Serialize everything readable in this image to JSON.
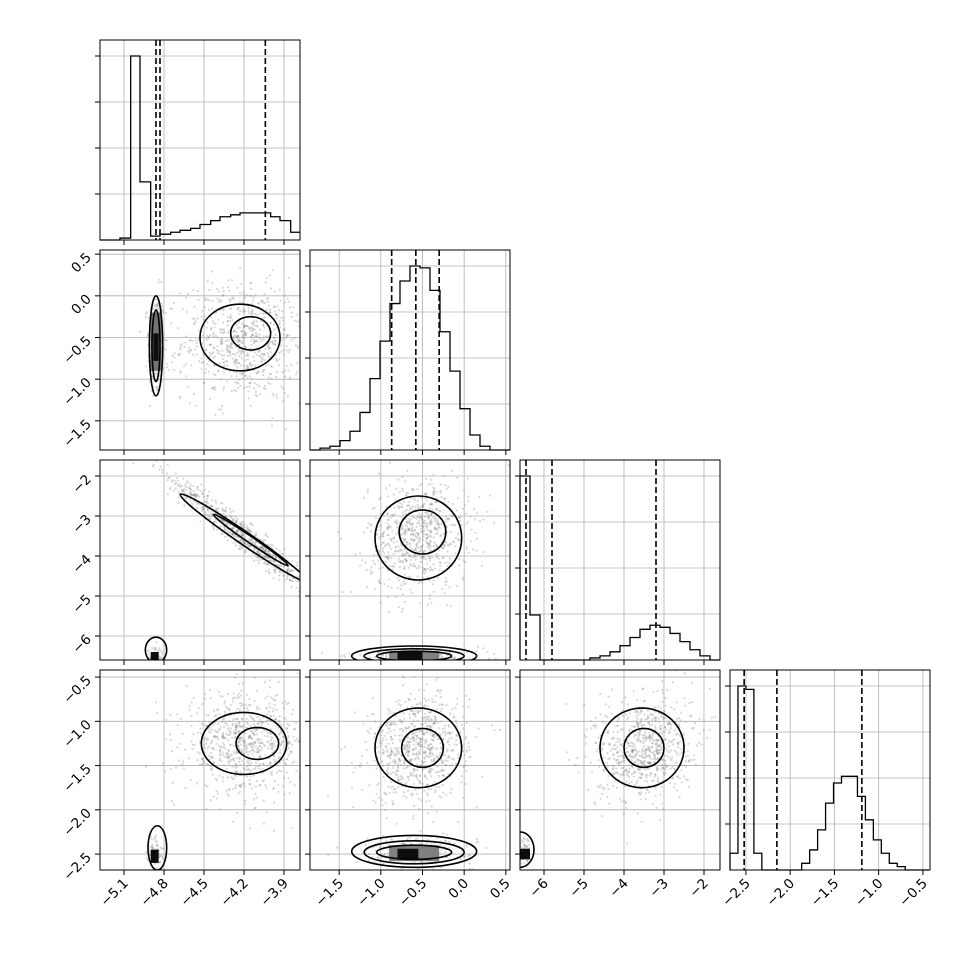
{
  "chart_data": {
    "type": "corner",
    "colors": {
      "ink": "#000000",
      "grid": "#b0b0b0",
      "scatter": "#7f7f7f"
    },
    "params": [
      {
        "range": [
          -5.28,
          -3.78
        ],
        "ticks": [
          -5.1,
          -4.8,
          -4.5,
          -4.2,
          -3.9
        ],
        "tick_labels": [
          "−5.1",
          "−4.8",
          "−4.5",
          "−4.2",
          "−3.9"
        ],
        "quantiles": [
          -4.86,
          -4.83,
          -4.04
        ],
        "hist_edges": [
          -5.28,
          -5.2,
          -5.13,
          -5.05,
          -4.98,
          -4.9,
          -4.83,
          -4.75,
          -4.68,
          -4.6,
          -4.53,
          -4.45,
          -4.38,
          -4.3,
          -4.23,
          -4.15,
          -4.08,
          -4.0,
          -3.93,
          -3.85,
          -3.78
        ],
        "hist_counts": [
          0.0,
          0.0,
          0.01,
          0.95,
          0.3,
          0.02,
          0.03,
          0.04,
          0.05,
          0.06,
          0.08,
          0.1,
          0.12,
          0.13,
          0.14,
          0.14,
          0.14,
          0.12,
          0.1,
          0.04
        ]
      },
      {
        "range": [
          -1.85,
          0.55
        ],
        "ticks": [
          -1.5,
          -1.0,
          -0.5,
          0.0,
          0.5
        ],
        "tick_labels": [
          "−1.5",
          "−1.0",
          "−0.5",
          "0.0",
          "0.5"
        ],
        "quantiles": [
          -0.87,
          -0.58,
          -0.3
        ],
        "hist_edges": [
          -1.85,
          -1.73,
          -1.61,
          -1.49,
          -1.37,
          -1.25,
          -1.13,
          -1.01,
          -0.89,
          -0.77,
          -0.65,
          -0.53,
          -0.41,
          -0.29,
          -0.17,
          -0.05,
          0.07,
          0.19,
          0.31,
          0.43,
          0.55
        ],
        "hist_counts": [
          0.0,
          0.01,
          0.02,
          0.05,
          0.1,
          0.2,
          0.38,
          0.58,
          0.78,
          0.9,
          0.98,
          0.97,
          0.85,
          0.63,
          0.42,
          0.22,
          0.08,
          0.02,
          0.0,
          0.0
        ]
      },
      {
        "range": [
          -6.6,
          -1.6
        ],
        "ticks": [
          -6,
          -5,
          -4,
          -3,
          -2
        ],
        "tick_labels": [
          "−6",
          "−5",
          "−4",
          "−3",
          "−2"
        ],
        "quantiles": [
          -6.45,
          -5.8,
          -3.2
        ],
        "hist_edges": [
          -6.6,
          -6.35,
          -6.1,
          -5.85,
          -5.6,
          -5.35,
          -5.1,
          -4.85,
          -4.6,
          -4.35,
          -4.1,
          -3.85,
          -3.6,
          -3.35,
          -3.1,
          -2.85,
          -2.6,
          -2.35,
          -2.1,
          -1.85,
          -1.6
        ],
        "hist_counts": [
          0.9,
          0.22,
          0.0,
          0.0,
          0.0,
          0.0,
          0.0,
          0.01,
          0.02,
          0.04,
          0.07,
          0.11,
          0.15,
          0.17,
          0.16,
          0.13,
          0.09,
          0.05,
          0.02,
          0.0
        ]
      },
      {
        "range": [
          -2.68,
          -0.42
        ],
        "ticks": [
          -2.5,
          -2.0,
          -1.5,
          -1.0,
          -0.5
        ],
        "tick_labels": [
          "−2.5",
          "−2.0",
          "−1.5",
          "−1.0",
          "−0.5"
        ],
        "quantiles": [
          -2.52,
          -2.15,
          -1.19
        ],
        "hist_edges": [
          -2.68,
          -2.59,
          -2.5,
          -2.41,
          -2.32,
          -2.23,
          -2.14,
          -2.05,
          -1.96,
          -1.87,
          -1.78,
          -1.69,
          -1.6,
          -1.51,
          -1.42,
          -1.33,
          -1.24,
          -1.15,
          -1.06,
          -0.97,
          -0.88,
          -0.79,
          -0.7,
          -0.61,
          -0.52,
          -0.43
        ],
        "hist_counts": [
          0.05,
          0.55,
          0.54,
          0.05,
          0.0,
          0.0,
          0.0,
          0.0,
          0.0,
          0.02,
          0.06,
          0.12,
          0.2,
          0.26,
          0.28,
          0.28,
          0.22,
          0.15,
          0.09,
          0.05,
          0.02,
          0.01,
          0.0,
          0.0,
          0.0
        ]
      }
    ],
    "y_labeled_rows": [
      1,
      2,
      3
    ],
    "x_labeled_cols": [
      0,
      1,
      2,
      3
    ],
    "pairs": [
      {
        "row": 1,
        "col": 0,
        "clouds": [
          {
            "cx": -4.86,
            "cy": -0.58,
            "sx": 0.03,
            "sy": 0.32,
            "r": 0.0,
            "n": 260
          },
          {
            "cx": -4.2,
            "cy": -0.55,
            "sx": 0.23,
            "sy": 0.35,
            "r": 0.0,
            "n": 760
          }
        ],
        "contours": [
          {
            "cx": -4.86,
            "cy": -0.6,
            "rx": 0.05,
            "ry": 0.6,
            "rot": 0.0
          },
          {
            "cx": -4.86,
            "cy": -0.6,
            "rx": 0.03,
            "ry": 0.43,
            "rot": 0.0
          },
          {
            "cx": -4.23,
            "cy": -0.5,
            "rx": 0.3,
            "ry": 0.4,
            "rot": 0.0
          },
          {
            "cx": -4.15,
            "cy": -0.45,
            "rx": 0.15,
            "ry": 0.2,
            "rot": 0.0
          }
        ],
        "blocks": [
          {
            "x0": -4.9,
            "x1": -4.82,
            "y0": -0.9,
            "y1": -0.2,
            "v": 0.55
          },
          {
            "x0": -4.88,
            "x1": -4.84,
            "y0": -0.78,
            "y1": -0.45,
            "v": 0.95
          }
        ]
      },
      {
        "row": 2,
        "col": 0,
        "clouds": [
          {
            "cx": -4.2,
            "cy": -3.5,
            "sx": 0.28,
            "sy": 0.75,
            "r": -0.97,
            "n": 760
          },
          {
            "cx": -4.86,
            "cy": -6.5,
            "sx": 0.03,
            "sy": 0.12,
            "r": 0.0,
            "n": 60
          }
        ],
        "contours": [
          {
            "cx": -4.2,
            "cy": -3.55,
            "rx": 0.58,
            "ry": 0.16,
            "rot": 0.0,
            "fit": "diag"
          },
          {
            "cx": -4.15,
            "cy": -3.6,
            "rx": 0.34,
            "ry": 0.08,
            "rot": 0.0,
            "fit": "diag"
          },
          {
            "cx": -4.86,
            "cy": -6.35,
            "rx": 0.08,
            "ry": 0.32,
            "rot": 0.0
          }
        ],
        "blocks": [
          {
            "x0": -4.9,
            "x1": -4.84,
            "y0": -6.6,
            "y1": -6.4,
            "v": 0.95
          }
        ]
      },
      {
        "row": 2,
        "col": 1,
        "clouds": [
          {
            "cx": -0.55,
            "cy": -3.5,
            "sx": 0.3,
            "sy": 0.7,
            "r": 0.1,
            "n": 760
          },
          {
            "cx": -0.6,
            "cy": -6.5,
            "sx": 0.4,
            "sy": 0.1,
            "r": 0.0,
            "n": 200
          }
        ],
        "contours": [
          {
            "cx": -0.55,
            "cy": -3.55,
            "rx": 0.52,
            "ry": 1.05,
            "rot": 0.0
          },
          {
            "cx": -0.5,
            "cy": -3.4,
            "rx": 0.28,
            "ry": 0.55,
            "rot": 0.0
          },
          {
            "cx": -0.6,
            "cy": -6.5,
            "rx": 0.75,
            "ry": 0.25,
            "rot": 0.0
          },
          {
            "cx": -0.6,
            "cy": -6.5,
            "rx": 0.6,
            "ry": 0.18,
            "rot": 0.0
          },
          {
            "cx": -0.6,
            "cy": -6.5,
            "rx": 0.45,
            "ry": 0.12,
            "rot": 0.0
          }
        ],
        "blocks": [
          {
            "x0": -0.9,
            "x1": -0.3,
            "y0": -6.6,
            "y1": -6.38,
            "v": 0.5
          },
          {
            "x0": -0.8,
            "x1": -0.5,
            "y0": -6.6,
            "y1": -6.4,
            "v": 0.95
          }
        ]
      },
      {
        "row": 3,
        "col": 0,
        "clouds": [
          {
            "cx": -4.2,
            "cy": -1.25,
            "sx": 0.22,
            "sy": 0.28,
            "r": 0.0,
            "n": 760
          },
          {
            "cx": -4.86,
            "cy": -2.5,
            "sx": 0.03,
            "sy": 0.1,
            "r": 0.0,
            "n": 70
          }
        ],
        "contours": [
          {
            "cx": -4.2,
            "cy": -1.25,
            "rx": 0.32,
            "ry": 0.35,
            "rot": 0.0
          },
          {
            "cx": -4.1,
            "cy": -1.25,
            "rx": 0.16,
            "ry": 0.18,
            "rot": 0.0
          },
          {
            "cx": -4.85,
            "cy": -2.43,
            "rx": 0.07,
            "ry": 0.25,
            "rot": 0.0
          }
        ],
        "blocks": [
          {
            "x0": -4.9,
            "x1": -4.84,
            "y0": -2.6,
            "y1": -2.45,
            "v": 0.95
          }
        ]
      },
      {
        "row": 3,
        "col": 1,
        "clouds": [
          {
            "cx": -0.55,
            "cy": -1.3,
            "sx": 0.3,
            "sy": 0.3,
            "r": 0.1,
            "n": 760
          },
          {
            "cx": -0.6,
            "cy": -2.45,
            "sx": 0.35,
            "sy": 0.08,
            "r": 0.0,
            "n": 200
          }
        ],
        "contours": [
          {
            "cx": -0.55,
            "cy": -1.3,
            "rx": 0.52,
            "ry": 0.45,
            "rot": 0.0
          },
          {
            "cx": -0.5,
            "cy": -1.3,
            "rx": 0.25,
            "ry": 0.22,
            "rot": 0.0
          },
          {
            "cx": -0.6,
            "cy": -2.47,
            "rx": 0.75,
            "ry": 0.18,
            "rot": 0.0
          },
          {
            "cx": -0.6,
            "cy": -2.48,
            "rx": 0.6,
            "ry": 0.13,
            "rot": 0.0
          },
          {
            "cx": -0.6,
            "cy": -2.48,
            "rx": 0.45,
            "ry": 0.08,
            "rot": 0.0
          }
        ],
        "blocks": [
          {
            "x0": -0.9,
            "x1": -0.3,
            "y0": -2.58,
            "y1": -2.4,
            "v": 0.5
          },
          {
            "x0": -0.8,
            "x1": -0.55,
            "y0": -2.56,
            "y1": -2.44,
            "v": 0.95
          }
        ]
      },
      {
        "row": 3,
        "col": 2,
        "clouds": [
          {
            "cx": -3.5,
            "cy": -1.3,
            "sx": 0.6,
            "sy": 0.3,
            "r": 0.15,
            "n": 760
          },
          {
            "cx": -6.5,
            "cy": -2.45,
            "sx": 0.08,
            "sy": 0.08,
            "r": 0.0,
            "n": 60
          }
        ],
        "contours": [
          {
            "cx": -3.55,
            "cy": -1.3,
            "rx": 1.05,
            "ry": 0.45,
            "rot": 0.0
          },
          {
            "cx": -3.5,
            "cy": -1.3,
            "rx": 0.5,
            "ry": 0.22,
            "rot": 0.0
          },
          {
            "cx": -6.6,
            "cy": -2.45,
            "rx": 0.35,
            "ry": 0.2,
            "rot": 0.0
          }
        ],
        "blocks": [
          {
            "x0": -6.6,
            "x1": -6.35,
            "y0": -2.56,
            "y1": -2.44,
            "v": 0.95
          }
        ]
      }
    ]
  }
}
